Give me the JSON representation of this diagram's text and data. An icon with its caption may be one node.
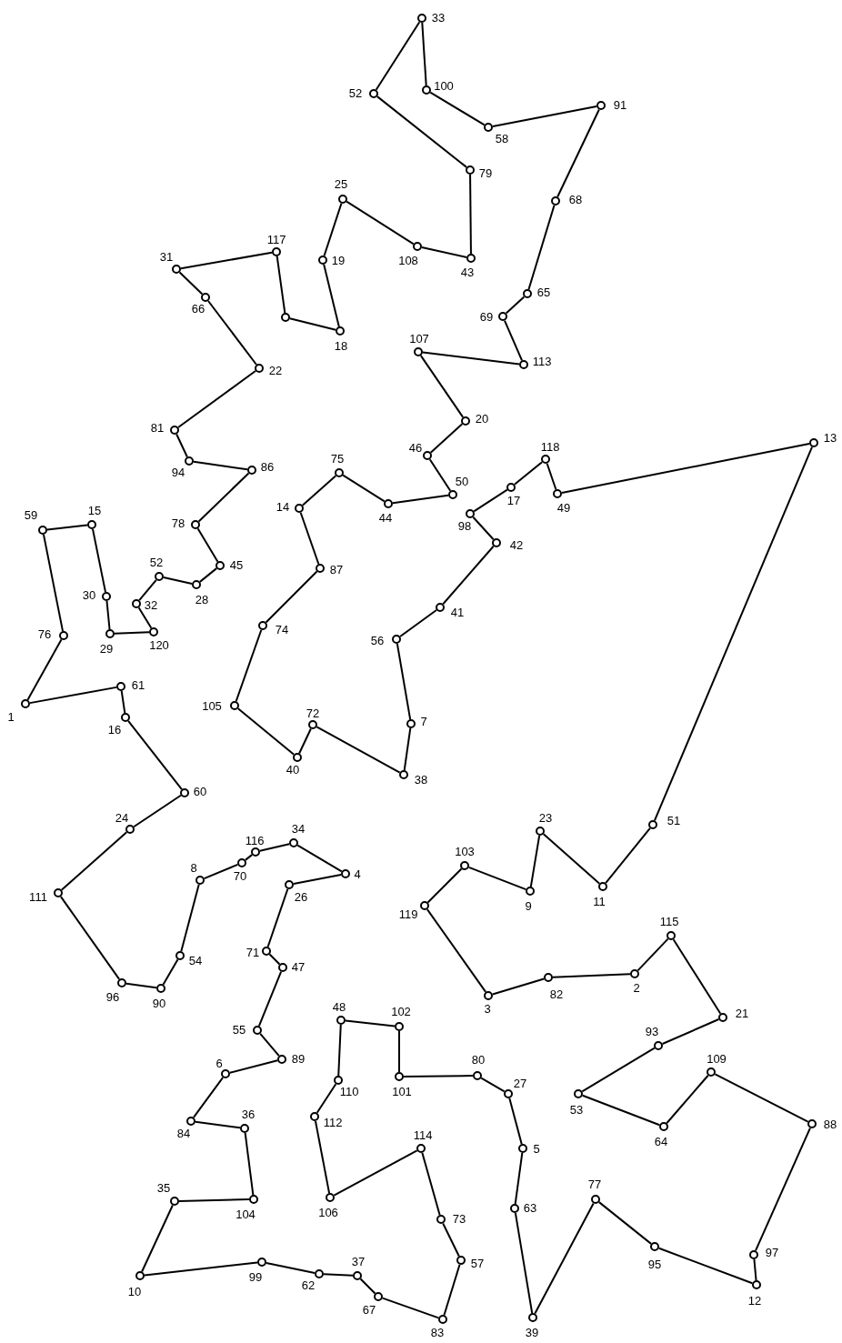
{
  "diagram": {
    "nodes": [
      {
        "text": [],
        "shape": "circle",
        "beside": [
          "33"
        ]
      },
      {
        "text": [],
        "shape": "circle",
        "beside": [
          "52"
        ]
      },
      {
        "text": [],
        "shape": "circle",
        "beside": [
          "79"
        ]
      },
      {
        "text": [],
        "shape": "circle",
        "beside": [
          "43"
        ]
      },
      {
        "text": [],
        "shape": "circle",
        "beside": [
          "108"
        ]
      },
      {
        "text": [],
        "shape": "circle",
        "beside": [
          "25"
        ]
      },
      {
        "text": [],
        "shape": "circle",
        "beside": [
          "19"
        ]
      },
      {
        "text": [],
        "shape": "circle",
        "beside": [
          "18"
        ]
      },
      {
        "text": [],
        "shape": "circle"
      },
      {
        "text": [],
        "shape": "circle",
        "beside": [
          "117"
        ]
      },
      {
        "text": [],
        "shape": "circle",
        "beside": [
          "31"
        ]
      },
      {
        "text": [],
        "shape": "circle",
        "beside": [
          "66"
        ]
      },
      {
        "text": [],
        "shape": "circle",
        "beside": [
          "22"
        ]
      },
      {
        "text": [],
        "shape": "circle",
        "beside": [
          "81"
        ]
      },
      {
        "text": [],
        "shape": "circle",
        "beside": [
          "94"
        ]
      },
      {
        "text": [],
        "shape": "circle",
        "beside": [
          "86"
        ]
      },
      {
        "text": [],
        "shape": "circle",
        "beside": [
          "78"
        ]
      },
      {
        "text": [],
        "shape": "circle",
        "beside": [
          "45"
        ]
      },
      {
        "text": [],
        "shape": "circle",
        "beside": [
          "28"
        ]
      },
      {
        "text": [],
        "shape": "circle",
        "beside": [
          "52"
        ]
      },
      {
        "text": [],
        "shape": "circle",
        "beside": [
          "32"
        ]
      },
      {
        "text": [],
        "shape": "circle",
        "beside": [
          "120"
        ]
      },
      {
        "text": [],
        "shape": "circle",
        "beside": [
          "29"
        ]
      },
      {
        "text": [],
        "shape": "circle",
        "beside": [
          "30"
        ]
      },
      {
        "text": [],
        "shape": "circle",
        "beside": [
          "15"
        ]
      },
      {
        "text": [],
        "shape": "circle",
        "beside": [
          "59"
        ]
      },
      {
        "text": [],
        "shape": "circle",
        "beside": [
          "76"
        ]
      },
      {
        "text": [],
        "shape": "circle",
        "beside": [
          "1"
        ]
      },
      {
        "text": [],
        "shape": "circle",
        "beside": [
          "61"
        ]
      },
      {
        "text": [],
        "shape": "circle",
        "beside": [
          "16"
        ]
      },
      {
        "text": [],
        "shape": "circle",
        "beside": [
          "60"
        ]
      },
      {
        "text": [],
        "shape": "circle",
        "beside": [
          "24"
        ]
      },
      {
        "text": [],
        "shape": "circle",
        "beside": [
          "111"
        ]
      },
      {
        "text": [],
        "shape": "circle",
        "beside": [
          "96"
        ]
      },
      {
        "text": [],
        "shape": "circle",
        "beside": [
          "90"
        ]
      },
      {
        "text": [],
        "shape": "circle",
        "beside": [
          "54"
        ]
      },
      {
        "text": [],
        "shape": "circle",
        "beside": [
          "8"
        ]
      },
      {
        "text": [],
        "shape": "circle",
        "beside": [
          "70"
        ]
      },
      {
        "text": [],
        "shape": "circle",
        "beside": [
          "116"
        ]
      },
      {
        "text": [],
        "shape": "circle",
        "beside": [
          "34"
        ]
      },
      {
        "text": [],
        "shape": "circle",
        "beside": [
          "4"
        ]
      },
      {
        "text": [],
        "shape": "circle",
        "beside": [
          "26"
        ]
      },
      {
        "text": [],
        "shape": "circle",
        "beside": [
          "71"
        ]
      },
      {
        "text": [],
        "shape": "circle",
        "beside": [
          "47"
        ]
      },
      {
        "text": [],
        "shape": "circle",
        "beside": [
          "55"
        ]
      },
      {
        "text": [],
        "shape": "circle",
        "beside": [
          "89"
        ]
      },
      {
        "text": [],
        "shape": "circle",
        "beside": [
          "6"
        ]
      },
      {
        "text": [],
        "shape": "circle",
        "beside": [
          "84"
        ]
      },
      {
        "text": [],
        "shape": "circle",
        "beside": [
          "36"
        ]
      },
      {
        "text": [],
        "shape": "circle",
        "beside": [
          "104"
        ]
      },
      {
        "text": [],
        "shape": "circle",
        "beside": [
          "35"
        ]
      },
      {
        "text": [],
        "shape": "circle",
        "beside": [
          "10"
        ]
      },
      {
        "text": [],
        "shape": "circle",
        "beside": [
          "99"
        ]
      },
      {
        "text": [],
        "shape": "circle",
        "beside": [
          "62"
        ]
      },
      {
        "text": [],
        "shape": "circle",
        "beside": [
          "37"
        ]
      },
      {
        "text": [],
        "shape": "circle",
        "beside": [
          "67"
        ]
      },
      {
        "text": [],
        "shape": "circle",
        "beside": [
          "83"
        ]
      },
      {
        "text": [],
        "shape": "circle",
        "beside": [
          "57"
        ]
      },
      {
        "text": [],
        "shape": "circle",
        "beside": [
          "73"
        ]
      },
      {
        "text": [],
        "shape": "circle",
        "beside": [
          "114"
        ]
      },
      {
        "text": [],
        "shape": "circle",
        "beside": [
          "106"
        ]
      },
      {
        "text": [],
        "shape": "circle",
        "beside": [
          "112"
        ]
      },
      {
        "text": [],
        "shape": "circle",
        "beside": [
          "110"
        ]
      },
      {
        "text": [],
        "shape": "circle",
        "beside": [
          "48"
        ]
      },
      {
        "text": [],
        "shape": "circle",
        "beside": [
          "102"
        ]
      },
      {
        "text": [],
        "shape": "circle",
        "beside": [
          "101"
        ]
      },
      {
        "text": [],
        "shape": "circle",
        "beside": [
          "80"
        ]
      },
      {
        "text": [],
        "shape": "circle",
        "beside": [
          "27"
        ]
      },
      {
        "text": [],
        "shape": "circle",
        "beside": [
          "5"
        ]
      },
      {
        "text": [],
        "shape": "circle",
        "beside": [
          "63"
        ]
      },
      {
        "text": [],
        "shape": "circle",
        "beside": [
          "39"
        ]
      },
      {
        "text": [],
        "shape": "circle",
        "beside": [
          "77"
        ]
      },
      {
        "text": [],
        "shape": "circle",
        "beside": [
          "95"
        ]
      },
      {
        "text": [],
        "shape": "circle",
        "beside": [
          "12"
        ]
      },
      {
        "text": [],
        "shape": "circle",
        "beside": [
          "97"
        ]
      },
      {
        "text": [],
        "shape": "circle",
        "beside": [
          "88"
        ]
      },
      {
        "text": [],
        "shape": "circle",
        "beside": [
          "109"
        ]
      },
      {
        "text": [],
        "shape": "circle",
        "beside": [
          "64"
        ]
      },
      {
        "text": [],
        "shape": "circle",
        "beside": [
          "53"
        ]
      },
      {
        "text": [],
        "shape": "circle",
        "beside": [
          "93"
        ]
      },
      {
        "text": [],
        "shape": "circle",
        "beside": [
          "21"
        ]
      },
      {
        "text": [],
        "shape": "circle",
        "beside": [
          "115"
        ]
      },
      {
        "text": [],
        "shape": "circle",
        "beside": [
          "2"
        ]
      },
      {
        "text": [],
        "shape": "circle",
        "beside": [
          "82"
        ]
      },
      {
        "text": [],
        "shape": "circle",
        "beside": [
          "3"
        ]
      },
      {
        "text": [],
        "shape": "circle",
        "beside": [
          "119"
        ]
      },
      {
        "text": [],
        "shape": "circle",
        "beside": [
          "103"
        ]
      },
      {
        "text": [],
        "shape": "circle",
        "beside": [
          "9"
        ]
      },
      {
        "text": [],
        "shape": "circle",
        "beside": [
          "23"
        ]
      },
      {
        "text": [],
        "shape": "circle",
        "beside": [
          "11"
        ]
      },
      {
        "text": [],
        "shape": "circle",
        "beside": [
          "51"
        ]
      },
      {
        "text": [],
        "shape": "circle",
        "beside": [
          "13"
        ]
      },
      {
        "text": [],
        "shape": "circle",
        "beside": [
          "49"
        ]
      },
      {
        "text": [],
        "shape": "circle",
        "beside": [
          "118"
        ]
      },
      {
        "text": [],
        "shape": "circle",
        "beside": [
          "17"
        ]
      },
      {
        "text": [],
        "shape": "circle",
        "beside": [
          "98"
        ]
      },
      {
        "text": [],
        "shape": "circle",
        "beside": [
          "42"
        ]
      },
      {
        "text": [],
        "shape": "circle",
        "beside": [
          "41"
        ]
      },
      {
        "text": [],
        "shape": "circle",
        "beside": [
          "56"
        ]
      },
      {
        "text": [],
        "shape": "circle",
        "beside": [
          "7"
        ]
      },
      {
        "text": [],
        "shape": "circle",
        "beside": [
          "38"
        ]
      },
      {
        "text": [],
        "shape": "circle",
        "beside": [
          "72"
        ]
      },
      {
        "text": [],
        "shape": "circle",
        "beside": [
          "40"
        ]
      },
      {
        "text": [],
        "shape": "circle",
        "beside": [
          "105"
        ]
      },
      {
        "text": [],
        "shape": "circle",
        "beside": [
          "74"
        ]
      },
      {
        "text": [],
        "shape": "circle",
        "beside": [
          "87"
        ]
      },
      {
        "text": [],
        "shape": "circle",
        "beside": [
          "14"
        ]
      },
      {
        "text": [],
        "shape": "circle",
        "beside": [
          "75"
        ]
      },
      {
        "text": [],
        "shape": "circle",
        "beside": [
          "44"
        ]
      },
      {
        "text": [],
        "shape": "circle",
        "beside": [
          "50"
        ]
      },
      {
        "text": [],
        "shape": "circle",
        "beside": [
          "46"
        ]
      },
      {
        "text": [],
        "shape": "circle",
        "beside": [
          "20"
        ]
      },
      {
        "text": [],
        "shape": "circle",
        "beside": [
          "107"
        ]
      },
      {
        "text": [],
        "shape": "circle",
        "beside": [
          "113"
        ]
      },
      {
        "text": [],
        "shape": "circle",
        "beside": [
          "69"
        ]
      },
      {
        "text": [],
        "shape": "circle",
        "beside": [
          "65"
        ]
      },
      {
        "text": [],
        "shape": "circle",
        "beside": [
          "68"
        ]
      },
      {
        "text": [],
        "shape": "circle",
        "beside": [
          "91"
        ]
      },
      {
        "text": [],
        "shape": "circle",
        "beside": [
          "58"
        ]
      },
      {
        "text": [],
        "shape": "circle",
        "beside": [
          "100"
        ]
      }
    ],
    "edges": [
      {
        "from": 0,
        "to": 1,
        "arrow": "none"
      },
      {
        "from": 1,
        "to": 2,
        "arrow": "none"
      },
      {
        "from": 2,
        "to": 3,
        "arrow": "none"
      },
      {
        "from": 3,
        "to": 4,
        "arrow": "none"
      },
      {
        "from": 4,
        "to": 5,
        "arrow": "none"
      },
      {
        "from": 5,
        "to": 6,
        "arrow": "none"
      },
      {
        "from": 6,
        "to": 7,
        "arrow": "none"
      },
      {
        "from": 7,
        "to": 8,
        "arrow": "none"
      },
      {
        "from": 8,
        "to": 9,
        "arrow": "none"
      },
      {
        "from": 9,
        "to": 10,
        "arrow": "none"
      },
      {
        "from": 10,
        "to": 11,
        "arrow": "none"
      },
      {
        "from": 11,
        "to": 12,
        "arrow": "none"
      },
      {
        "from": 12,
        "to": 13,
        "arrow": "none"
      },
      {
        "from": 13,
        "to": 14,
        "arrow": "none"
      },
      {
        "from": 14,
        "to": 15,
        "arrow": "none"
      },
      {
        "from": 15,
        "to": 16,
        "arrow": "none"
      },
      {
        "from": 16,
        "to": 17,
        "arrow": "none"
      },
      {
        "from": 17,
        "to": 18,
        "arrow": "none"
      },
      {
        "from": 18,
        "to": 19,
        "arrow": "none"
      },
      {
        "from": 19,
        "to": 20,
        "arrow": "none"
      },
      {
        "from": 20,
        "to": 21,
        "arrow": "none"
      },
      {
        "from": 21,
        "to": 22,
        "arrow": "none"
      },
      {
        "from": 22,
        "to": 23,
        "arrow": "none"
      },
      {
        "from": 23,
        "to": 24,
        "arrow": "none"
      },
      {
        "from": 24,
        "to": 25,
        "arrow": "none"
      },
      {
        "from": 25,
        "to": 26,
        "arrow": "none"
      },
      {
        "from": 26,
        "to": 27,
        "arrow": "none"
      },
      {
        "from": 27,
        "to": 28,
        "arrow": "none"
      },
      {
        "from": 28,
        "to": 29,
        "arrow": "none"
      },
      {
        "from": 29,
        "to": 30,
        "arrow": "none"
      },
      {
        "from": 30,
        "to": 31,
        "arrow": "none"
      },
      {
        "from": 31,
        "to": 32,
        "arrow": "none"
      },
      {
        "from": 32,
        "to": 33,
        "arrow": "none"
      },
      {
        "from": 33,
        "to": 34,
        "arrow": "none"
      },
      {
        "from": 34,
        "to": 35,
        "arrow": "none"
      },
      {
        "from": 35,
        "to": 36,
        "arrow": "none"
      },
      {
        "from": 36,
        "to": 37,
        "arrow": "none"
      },
      {
        "from": 37,
        "to": 38,
        "arrow": "none"
      },
      {
        "from": 38,
        "to": 39,
        "arrow": "none"
      },
      {
        "from": 39,
        "to": 40,
        "arrow": "none"
      },
      {
        "from": 40,
        "to": 41,
        "arrow": "none"
      },
      {
        "from": 41,
        "to": 42,
        "arrow": "none"
      },
      {
        "from": 42,
        "to": 43,
        "arrow": "none"
      },
      {
        "from": 43,
        "to": 44,
        "arrow": "none"
      },
      {
        "from": 44,
        "to": 45,
        "arrow": "none"
      },
      {
        "from": 45,
        "to": 46,
        "arrow": "none"
      },
      {
        "from": 46,
        "to": 47,
        "arrow": "none"
      },
      {
        "from": 47,
        "to": 48,
        "arrow": "none"
      },
      {
        "from": 48,
        "to": 49,
        "arrow": "none"
      },
      {
        "from": 49,
        "to": 50,
        "arrow": "none"
      },
      {
        "from": 50,
        "to": 51,
        "arrow": "none"
      },
      {
        "from": 51,
        "to": 52,
        "arrow": "none"
      },
      {
        "from": 52,
        "to": 53,
        "arrow": "none"
      },
      {
        "from": 53,
        "to": 54,
        "arrow": "none"
      },
      {
        "from": 54,
        "to": 55,
        "arrow": "none"
      },
      {
        "from": 55,
        "to": 56,
        "arrow": "none"
      },
      {
        "from": 56,
        "to": 57,
        "arrow": "none"
      },
      {
        "from": 57,
        "to": 58,
        "arrow": "none"
      },
      {
        "from": 58,
        "to": 59,
        "arrow": "none"
      },
      {
        "from": 59,
        "to": 60,
        "arrow": "none"
      },
      {
        "from": 60,
        "to": 61,
        "arrow": "none"
      },
      {
        "from": 61,
        "to": 62,
        "arrow": "none"
      },
      {
        "from": 62,
        "to": 63,
        "arrow": "none"
      },
      {
        "from": 63,
        "to": 64,
        "arrow": "none"
      },
      {
        "from": 64,
        "to": 65,
        "arrow": "none"
      },
      {
        "from": 65,
        "to": 66,
        "arrow": "none"
      },
      {
        "from": 66,
        "to": 67,
        "arrow": "none"
      },
      {
        "from": 67,
        "to": 68,
        "arrow": "none"
      },
      {
        "from": 68,
        "to": 69,
        "arrow": "none"
      },
      {
        "from": 69,
        "to": 70,
        "arrow": "none"
      },
      {
        "from": 70,
        "to": 71,
        "arrow": "none"
      },
      {
        "from": 71,
        "to": 72,
        "arrow": "none"
      },
      {
        "from": 72,
        "to": 73,
        "arrow": "none"
      },
      {
        "from": 73,
        "to": 74,
        "arrow": "none"
      },
      {
        "from": 74,
        "to": 75,
        "arrow": "none"
      },
      {
        "from": 75,
        "to": 76,
        "arrow": "none"
      },
      {
        "from": 76,
        "to": 77,
        "arrow": "none"
      },
      {
        "from": 77,
        "to": 78,
        "arrow": "none"
      },
      {
        "from": 78,
        "to": 79,
        "arrow": "none"
      },
      {
        "from": 79,
        "to": 80,
        "arrow": "none"
      },
      {
        "from": 80,
        "to": 81,
        "arrow": "none"
      },
      {
        "from": 81,
        "to": 82,
        "arrow": "none"
      },
      {
        "from": 82,
        "to": 83,
        "arrow": "none"
      },
      {
        "from": 83,
        "to": 84,
        "arrow": "none"
      },
      {
        "from": 84,
        "to": 85,
        "arrow": "none"
      },
      {
        "from": 85,
        "to": 86,
        "arrow": "none"
      },
      {
        "from": 86,
        "to": 87,
        "arrow": "none"
      },
      {
        "from": 87,
        "to": 88,
        "arrow": "none"
      },
      {
        "from": 88,
        "to": 89,
        "arrow": "none"
      },
      {
        "from": 89,
        "to": 90,
        "arrow": "none"
      },
      {
        "from": 90,
        "to": 91,
        "arrow": "none"
      },
      {
        "from": 91,
        "to": 92,
        "arrow": "none"
      },
      {
        "from": 92,
        "to": 93,
        "arrow": "none"
      },
      {
        "from": 93,
        "to": 94,
        "arrow": "none"
      },
      {
        "from": 94,
        "to": 95,
        "arrow": "none"
      },
      {
        "from": 95,
        "to": 96,
        "arrow": "none"
      },
      {
        "from": 96,
        "to": 97,
        "arrow": "none"
      },
      {
        "from": 97,
        "to": 98,
        "arrow": "none"
      },
      {
        "from": 98,
        "to": 99,
        "arrow": "none"
      },
      {
        "from": 99,
        "to": 100,
        "arrow": "none"
      },
      {
        "from": 100,
        "to": 101,
        "arrow": "none"
      },
      {
        "from": 101,
        "to": 102,
        "arrow": "none"
      },
      {
        "from": 102,
        "to": 103,
        "arrow": "none"
      },
      {
        "from": 103,
        "to": 104,
        "arrow": "none"
      },
      {
        "from": 104,
        "to": 105,
        "arrow": "none"
      },
      {
        "from": 105,
        "to": 106,
        "arrow": "none"
      },
      {
        "from": 106,
        "to": 107,
        "arrow": "none"
      },
      {
        "from": 107,
        "to": 108,
        "arrow": "none"
      },
      {
        "from": 108,
        "to": 109,
        "arrow": "none"
      },
      {
        "from": 109,
        "to": 110,
        "arrow": "none"
      },
      {
        "from": 110,
        "to": 111,
        "arrow": "none"
      },
      {
        "from": 111,
        "to": 112,
        "arrow": "none"
      },
      {
        "from": 112,
        "to": 113,
        "arrow": "none"
      },
      {
        "from": 113,
        "to": 114,
        "arrow": "none"
      },
      {
        "from": 114,
        "to": 115,
        "arrow": "none"
      },
      {
        "from": 115,
        "to": 116,
        "arrow": "none"
      },
      {
        "from": 116,
        "to": 117,
        "arrow": "none"
      },
      {
        "from": 117,
        "to": 118,
        "arrow": "none"
      },
      {
        "from": 118,
        "to": 119,
        "arrow": "none"
      },
      {
        "from": 119,
        "to": 0,
        "arrow": "none"
      }
    ]
  }
}
